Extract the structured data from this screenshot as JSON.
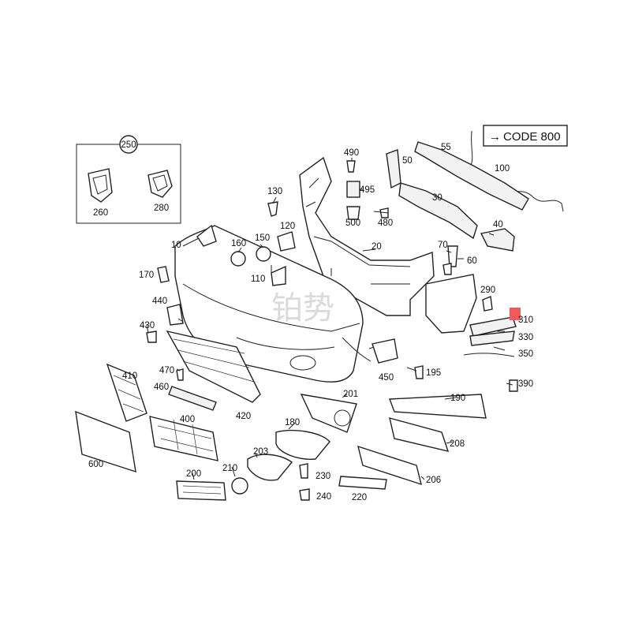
{
  "code_box": {
    "arrow": "→",
    "text": "CODE 800"
  },
  "inset_group": "250",
  "callouts": [
    "10",
    "20",
    "30",
    "40",
    "50",
    "55",
    "60",
    "70",
    "100",
    "110",
    "120",
    "130",
    "150",
    "160",
    "170",
    "180",
    "190",
    "195",
    "200",
    "201",
    "203",
    "206",
    "208",
    "210",
    "220",
    "230",
    "240",
    "260",
    "280",
    "290",
    "310",
    "330",
    "350",
    "390",
    "400",
    "410",
    "420",
    "430",
    "440",
    "450",
    "460",
    "470",
    "480",
    "490",
    "495",
    "500",
    "600"
  ],
  "watermark": "铂势",
  "highlight_color": "#f05a5a"
}
